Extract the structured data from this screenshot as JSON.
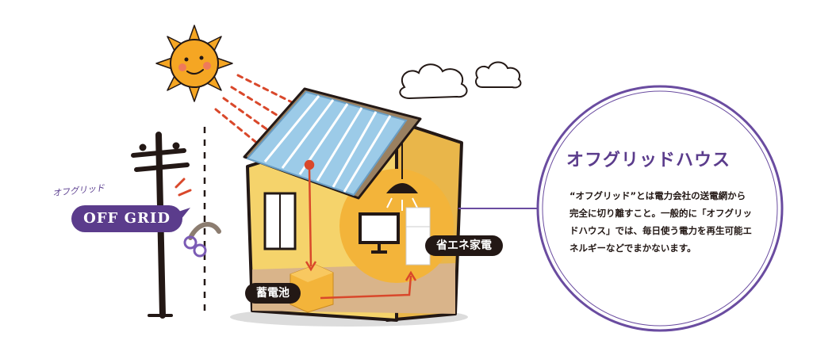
{
  "labels": {
    "offgrid_ruby": "オフグリッド",
    "offgrid_sign": "OFF GRID",
    "battery": "蓄電池",
    "appliances": "省エネ家電"
  },
  "callout": {
    "title": "オフグリッドハウス",
    "body": "“オフグリッド”とは電力会社の送電網から完全に切り離すこと。一般的に「オフグリッドハウス」では、毎日使う電力を再生可能エネルギーなどでまかないます。"
  },
  "colors": {
    "purple": "#5b3c8c",
    "outline": "#231815",
    "house_wall": "#f5d36b",
    "house_interior": "#f3c24f",
    "solar_panel": "#9ccbe8",
    "sun": "#f5a623",
    "arrow": "#d9482b"
  }
}
